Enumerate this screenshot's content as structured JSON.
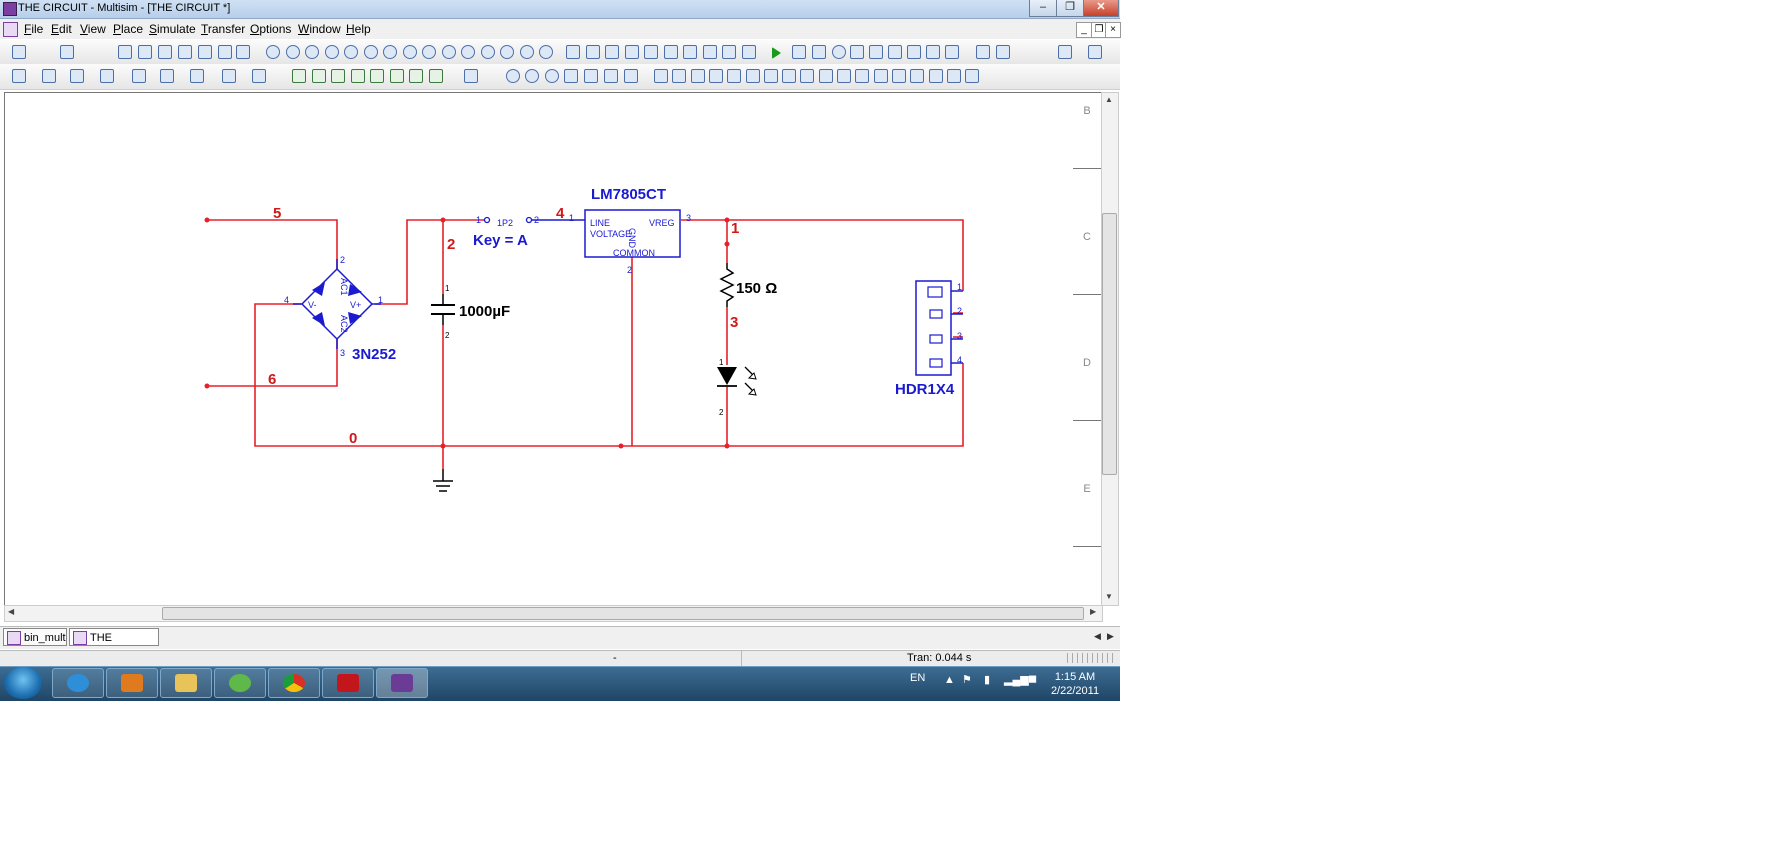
{
  "window": {
    "title": "THE CIRCUIT - Multisim - [THE CIRCUIT *]"
  },
  "menu": {
    "items": [
      {
        "label": "File",
        "key": "F",
        "rest": "ile"
      },
      {
        "label": "Edit",
        "key": "E",
        "rest": "dit"
      },
      {
        "label": "View",
        "key": "V",
        "rest": "iew"
      },
      {
        "label": "Place",
        "key": "P",
        "rest": "lace"
      },
      {
        "label": "Simulate",
        "key": "S",
        "rest": "imulate"
      },
      {
        "label": "Transfer",
        "key": "T",
        "rest": "ransfer"
      },
      {
        "label": "Options",
        "key": "O",
        "rest": "ptions"
      },
      {
        "label": "Window",
        "key": "W",
        "rest": "indow"
      },
      {
        "label": "Help",
        "key": "H",
        "rest": "elp"
      }
    ]
  },
  "rulers": {
    "rows": [
      "B",
      "C",
      "D",
      "E"
    ]
  },
  "schematic": {
    "nets": {
      "n5": "5",
      "n2": "2",
      "n4": "4",
      "n1": "1",
      "n3": "3",
      "n6": "6",
      "n0": "0"
    },
    "components": {
      "bridge": {
        "ref": "3N252",
        "pins": {
          "p1": "1",
          "p2": "2",
          "p3": "3",
          "p4": "4"
        },
        "labels": {
          "vminus": "V-",
          "vplus": "V+",
          "ac1": "AC1",
          "ac2": "AC2"
        }
      },
      "capacitor": {
        "value": "1000µF",
        "pin1": "1",
        "pin2": "2"
      },
      "switch": {
        "key": "Key = A",
        "pin1": "1",
        "pin2": "2"
      },
      "regulator": {
        "ref": "LM7805CT",
        "line": "LINE",
        "voltage": "VOLTAGE",
        "vreg": "VREG",
        "gnd": "GND",
        "common": "COMMON",
        "pin1": "1",
        "pin2": "2",
        "pin3": "3"
      },
      "resistor": {
        "value": "150 Ω"
      },
      "led": {
        "pin1": "1",
        "pin2": "2"
      },
      "header": {
        "ref": "HDR1X4",
        "pins": [
          "1",
          "2",
          "3",
          "4"
        ]
      }
    }
  },
  "tabs": [
    {
      "label": "bin_mult"
    },
    {
      "label": "THE CIRCUIT *"
    }
  ],
  "status": {
    "middle": "-",
    "sim": "Tran: 0.044 s"
  },
  "taskbar": {
    "lang": "EN",
    "time": "1:15 AM",
    "date": "2/22/2011"
  },
  "colors": {
    "wire": "#e8202a",
    "component": "#1a1ad0",
    "net_label": "#d01a1a"
  }
}
